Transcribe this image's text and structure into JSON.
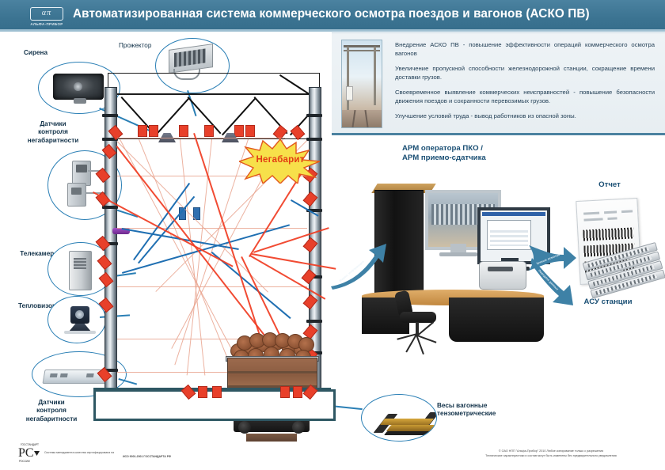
{
  "header": {
    "logo_mark": "απ",
    "logo_sub": "АЛЬФА-ПРИБОР",
    "title": "Автоматизированная система коммерческого   осмотра  поездов  и  вагонов  (АСКО ПВ)",
    "band_color": "#3c7492"
  },
  "info_panel": {
    "photo_caption": "gantry-photo",
    "paragraphs": [
      "Внедрение АСКО ПВ - повышение эффективности операций коммерческого осмотра вагонов",
      "Увеличение пропускной способности железнодорожной станции, сокращение времени доставки грузов.",
      "Своевременное выявление коммерческих неисправностей - повышение безопасности движения поездов и сохранности перевозимых грузов.",
      "Улучшение условий труда - вывод работников из опасной зоны."
    ]
  },
  "callouts": {
    "siren": "Сирена",
    "projector": "Прожектор",
    "oversize_sensors_top": "Датчики\nконтроля\nнегабаритности",
    "camera": "Телекамера",
    "thermal": "Тепловизор",
    "oversize_sensors_bottom": "Датчики\nконтроля\nнегабаритности",
    "scales": "Весы вагонные\nтензометрические",
    "oversize_alert": "Негабарит"
  },
  "right_section": {
    "workstation_title": "АРМ оператора ПКО /\nАРМ приемо-сдатчика",
    "workstation_title_line1": "АРМ оператора ПКО /",
    "workstation_title_line2": "АРМ приемо-сдатчика",
    "report": "Отчет",
    "asu": "АСУ станции",
    "arrow_video_label": "Видео, информация",
    "arrow_report_label": "Данные осмотра",
    "arrow_asu_label": "Передача данных"
  },
  "footer": {
    "cert_line1": "Система менеджмента качества сертифицирована на",
    "cert_line2": "ИСО 9001-2001 ГОССТАНДАРТА РФ",
    "rost_mark": "РС",
    "copyright_line1": "© ОАО НПП \"Альфа-Прибор\" 2010 Любое копирование только с разрешения",
    "copyright_line2": "Технические характеристики и состав могут быть изменены без предварительного уведомления"
  },
  "colors": {
    "header_blue": "#3c7492",
    "accent_blue": "#2a7fb5",
    "alert_red": "#e23b13",
    "laser_red": "#f03c22",
    "text_dark": "#123249"
  }
}
